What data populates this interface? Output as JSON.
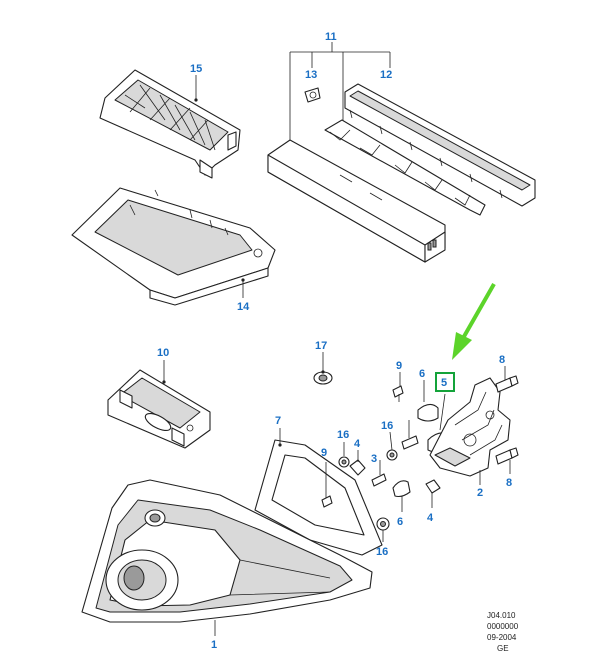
{
  "callouts": {
    "p1": "1",
    "p2": "2",
    "p3": "3",
    "p4a": "4",
    "p4b": "4",
    "p5": "5",
    "p6a": "6",
    "p6b": "6",
    "p7": "7",
    "p8a": "8",
    "p8b": "8",
    "p9a": "9",
    "p9b": "9",
    "p10": "10",
    "p11": "11",
    "p12": "12",
    "p13": "13",
    "p14": "14",
    "p15": "15",
    "p16a": "16",
    "p16b": "16",
    "p16c": "16",
    "p17": "17"
  },
  "reference_block": [
    "J04.010",
    "0000000",
    "09-2004",
    "GE"
  ],
  "colors": {
    "callout_text": "#1a6fc4",
    "highlight_box": "#14a33a",
    "arrow": "#5cd42a",
    "line_art": "#222222"
  }
}
